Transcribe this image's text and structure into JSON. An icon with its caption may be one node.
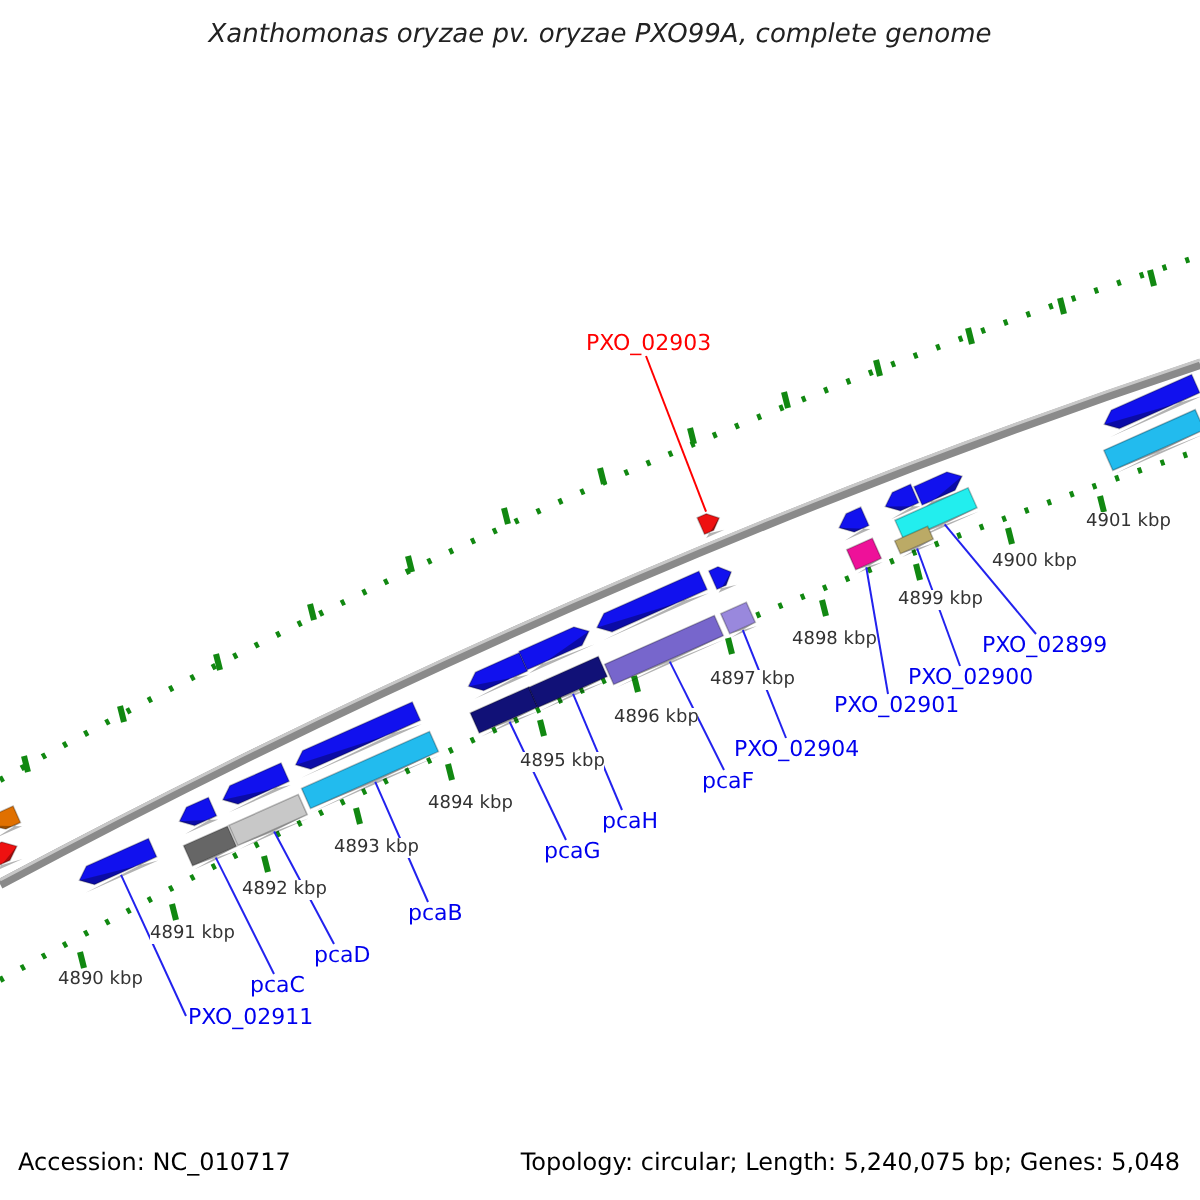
{
  "diagram": {
    "title": "Xanthomonas oryzae pv. oryzae PXO99A, complete genome",
    "nodes": [
      {
        "text": [
          "PXO_02903"
        ]
      },
      {
        "text": [
          "PXO_02911"
        ]
      },
      {
        "text": [
          "pcaC"
        ]
      },
      {
        "text": [
          "pcaD"
        ]
      },
      {
        "text": [
          "pcaB"
        ]
      },
      {
        "text": [
          "pcaG"
        ]
      },
      {
        "text": [
          "pcaH"
        ]
      },
      {
        "text": [
          "pcaF"
        ]
      },
      {
        "text": [
          "PXO_02904"
        ]
      },
      {
        "text": [
          "PXO_02901"
        ]
      },
      {
        "text": [
          "PXO_02900"
        ]
      },
      {
        "text": [
          "PXO_02899"
        ]
      },
      {
        "text": [],
        "shape": "bar"
      },
      {
        "text": [],
        "shape": "bar"
      },
      {
        "text": [],
        "shape": "bar"
      },
      {
        "text": [],
        "shape": "bar"
      },
      {
        "text": [],
        "shape": "bar"
      },
      {
        "text": [],
        "shape": "bar"
      },
      {
        "text": [],
        "shape": "bar"
      },
      {
        "text": [],
        "shape": "bar"
      },
      {
        "text": [],
        "shape": "bar"
      },
      {
        "text": [],
        "shape": "bar"
      },
      {
        "text": [],
        "shape": "bar"
      },
      {
        "text": [],
        "shape": "bar"
      },
      {
        "text": [],
        "shape": "bar"
      },
      {
        "text": [],
        "shape": "bar"
      },
      {
        "text": [],
        "shape": "bar"
      },
      {
        "text": [],
        "shape": "bar"
      },
      {
        "text": [],
        "shape": "bar"
      },
      {
        "text": [],
        "shape": "bar"
      },
      {
        "text": [],
        "shape": "bar"
      },
      {
        "text": [],
        "shape": "bar"
      },
      {
        "text": [],
        "shape": "bar"
      },
      {
        "text": [],
        "shape": "bar"
      },
      {
        "text": [],
        "shape": "bar"
      },
      {
        "text": [],
        "shape": "bar"
      },
      {
        "text": [],
        "shape": "bar"
      },
      {
        "text": [],
        "shape": "bar"
      }
    ],
    "edges": [
      {
        "from": 0,
        "to": 12,
        "arrow": "none",
        "color": "#ff0000"
      },
      {
        "from": 1,
        "to": 13,
        "arrow": "none"
      },
      {
        "from": 2,
        "to": 14,
        "arrow": "none"
      },
      {
        "from": 3,
        "to": 15,
        "arrow": "none"
      },
      {
        "from": 4,
        "to": 16,
        "arrow": "none"
      },
      {
        "from": 5,
        "to": 17,
        "arrow": "none"
      },
      {
        "from": 6,
        "to": 18,
        "arrow": "none"
      },
      {
        "from": 7,
        "to": 19,
        "arrow": "none"
      },
      {
        "from": 8,
        "to": 20,
        "arrow": "none"
      },
      {
        "from": 9,
        "to": 21,
        "arrow": "none"
      },
      {
        "from": 10,
        "to": 22,
        "arrow": "none"
      },
      {
        "from": 11,
        "to": 23,
        "arrow": "none"
      }
    ],
    "labels": [
      "4890 kbp",
      "4891 kbp",
      "4892 kbp",
      "4893 kbp",
      "4894 kbp",
      "4895 kbp",
      "4896 kbp",
      "4897 kbp",
      "4898 kbp",
      "4899 kbp",
      "4900 kbp",
      "4901 kbp",
      "Accession: NC_010717",
      "Topology: circular; Length: 5,240,075 bp; Genes: 5,048"
    ]
  }
}
